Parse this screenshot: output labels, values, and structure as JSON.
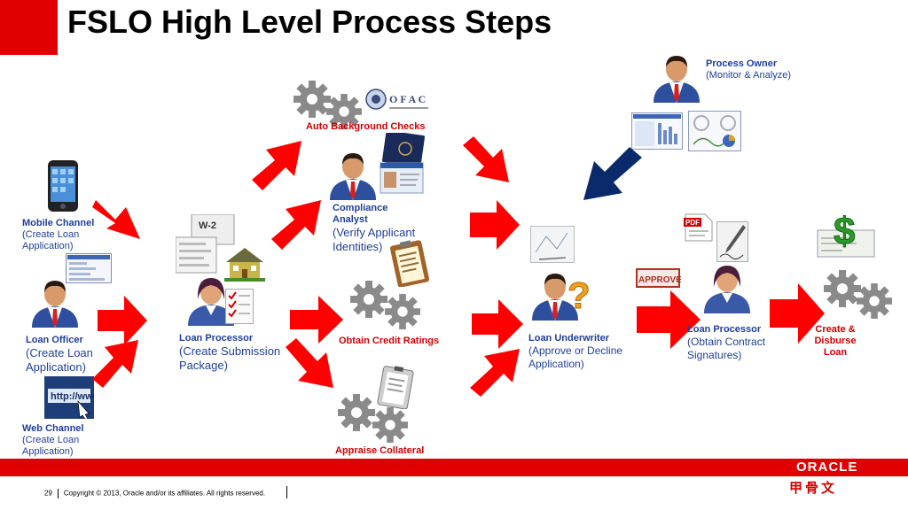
{
  "title": "FSLO High Level Process Steps",
  "labels": {
    "mobile_channel": {
      "title": "Mobile Channel",
      "line1": "(Create Loan",
      "line2": "Application)"
    },
    "loan_officer": {
      "title": "Loan Officer",
      "line1": "(Create Loan",
      "line2": "Application)"
    },
    "web_channel": {
      "title": "Web Channel",
      "line1": "(Create Loan",
      "line2": "Application)"
    },
    "loan_processor_1": {
      "title": "Loan Processor",
      "line1": "(Create Submission",
      "line2": "Package)"
    },
    "auto_background": {
      "line1": "Auto",
      "line2": "Background",
      "line3": "Checks"
    },
    "compliance": {
      "title1": "Compliance",
      "title2": "Analyst",
      "line1": "(Verify Applicant",
      "line2": "Identities)"
    },
    "credit": "Obtain Credit Ratings",
    "appraise": "Appraise Collateral",
    "process_owner": {
      "title": "Process Owner",
      "line1": "(Monitor & Analyze)"
    },
    "underwriter": {
      "title": "Loan Underwriter",
      "line1": "(Approve or Decline",
      "line2": "Application)"
    },
    "loan_processor_2": {
      "title": "Loan Processor",
      "line1": "(Obtain Contract",
      "line2": "Signatures)"
    },
    "disburse": {
      "line1": "Create &",
      "line2": "Disburse",
      "line3": "Loan"
    }
  },
  "badges": {
    "ofac": "O F A C",
    "approved": "APPROVED",
    "pdf": "PDF",
    "web_url": "http://www",
    "w2": "W-2",
    "dollar": "$"
  },
  "footer": {
    "page_number": "29",
    "copyright": "Copyright © 2013, Oracle and/or its affiliates. All rights reserved.",
    "brand": "ORACLE",
    "brand_cjk": "甲骨文"
  },
  "colors": {
    "accent_red": "#e00000",
    "label_blue": "#1f3f9a",
    "arrow_navy": "#0a2a6b"
  }
}
